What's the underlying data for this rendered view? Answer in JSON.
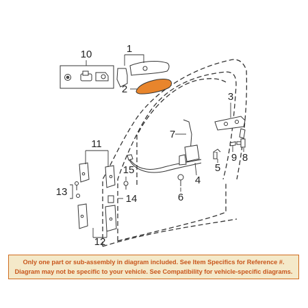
{
  "callouts": {
    "c1": "1",
    "c2": "2",
    "c3": "3",
    "c4": "4",
    "c5": "5",
    "c6": "6",
    "c7": "7",
    "c8": "8",
    "c9": "9",
    "c10": "10",
    "c11": "11",
    "c12": "12",
    "c13": "13",
    "c14": "14",
    "c15": "15"
  },
  "colors": {
    "handle_fill": "#e8852c",
    "banner_background": "#f4e9c9",
    "banner_border": "#cf6a1c",
    "banner_text": "#c8561c"
  },
  "banner": {
    "line1": "Only one part or sub-assembly in diagram included. See Item Specifics for Reference #.",
    "line2": "Diagram may not be specific to your vehicle. See Compatibility for vehicle-specific diagrams."
  }
}
